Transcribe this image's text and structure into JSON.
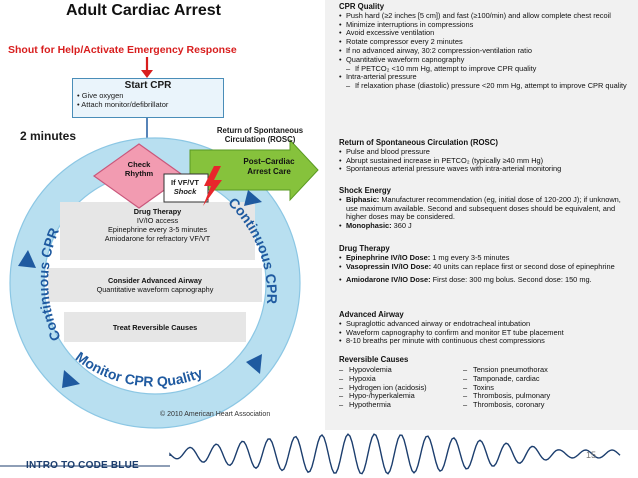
{
  "diagram": {
    "title": "Adult Cardiac Arrest",
    "shout": "Shout for Help/Activate Emergency Response",
    "start_cpr": {
      "heading": "Start CPR",
      "items": [
        "Give oxygen",
        "Attach monitor/defibrillator"
      ]
    },
    "two_minutes": "2 minutes",
    "check_rhythm": [
      "Check",
      "Rhythm"
    ],
    "rosc": [
      "Return of Spontaneous",
      "Circulation (ROSC)"
    ],
    "post_arrest": [
      "Post–Cardiac",
      "Arrest Care"
    ],
    "vf_shock": [
      "If VF/VT",
      "Shock"
    ],
    "drug_therapy": {
      "heading": "Drug Therapy",
      "lines": [
        "IV/IO access",
        "Epinephrine every 3-5 minutes",
        "Amiodarone for refractory VF/VT"
      ]
    },
    "airway": {
      "heading": "Consider Advanced Airway",
      "line": "Quantitative waveform capnography"
    },
    "reversible": "Treat Reversible Causes",
    "continuous_left": "Continuous CPR",
    "continuous_right": "Continuous CPR",
    "monitor_quality": "Monitor CPR Quality",
    "copyright": "© 2010 American Heart Association",
    "colors": {
      "ring": "#b8dff0",
      "ring_text": "#1f5aa0",
      "arrow_green": "#86c23c",
      "check_pink": "#f29bb1",
      "shock_red": "#e8262b",
      "box_border": "#4a8db8"
    }
  },
  "panel": {
    "cpr_quality": {
      "heading": "CPR Quality",
      "items": [
        {
          "text": "Push hard (≥2 inches [5 cm]) and fast (≥100/min) and allow complete chest recoil",
          "sub": false
        },
        {
          "text": "Minimize interruptions in compressions",
          "sub": false
        },
        {
          "text": "Avoid excessive ventilation",
          "sub": false
        },
        {
          "text": "Rotate compressor every 2 minutes",
          "sub": false
        },
        {
          "text": "If no advanced airway, 30:2 compression-ventilation ratio",
          "sub": false
        },
        {
          "text": "Quantitative waveform capnography",
          "sub": false
        },
        {
          "text": "If PETCO₂ <10 mm Hg, attempt to improve CPR quality",
          "sub": true
        },
        {
          "text": "Intra-arterial pressure",
          "sub": false
        },
        {
          "text": "If relaxation phase (diastolic) pressure <20 mm Hg, attempt to improve CPR quality",
          "sub": true
        }
      ]
    },
    "rosc": {
      "heading": "Return of Spontaneous Circulation (ROSC)",
      "items": [
        "Pulse and blood pressure",
        "Abrupt sustained increase in PETCO₂ (typically ≥40 mm Hg)",
        "Spontaneous arterial pressure waves with intra-arterial monitoring"
      ]
    },
    "shock_energy": {
      "heading": "Shock Energy",
      "biphasic_label": "Biphasic:",
      "biphasic_text": "Manufacturer recommendation (eg, initial dose of 120-200 J); if unknown, use maximum available. Second and subsequent doses should be equivalent, and higher doses may be considered.",
      "monophasic_label": "Monophasic:",
      "monophasic_text": "360 J"
    },
    "drug_therapy": {
      "heading": "Drug Therapy",
      "epi_label": "Epinephrine IV/IO Dose:",
      "epi_text": "1 mg every 3-5 minutes",
      "vaso_label": "Vasopressin IV/IO Dose:",
      "vaso_text": "40 units can replace first or second dose of epinephrine",
      "amio_label": "Amiodarone IV/IO Dose:",
      "amio_text": "First dose: 300 mg bolus. Second dose: 150 mg."
    },
    "advanced_airway": {
      "heading": "Advanced Airway",
      "items": [
        "Supraglottic advanced airway or endotracheal intubation",
        "Waveform capnography to confirm and monitor ET tube placement",
        "8-10 breaths per minute with continuous chest compressions"
      ]
    },
    "reversible": {
      "heading": "Reversible Causes",
      "left": [
        "Hypovolemia",
        "Hypoxia",
        "Hydrogen ion (acidosis)",
        "Hypo-/hyperkalemia",
        "Hypothermia"
      ],
      "right": [
        "Tension pneumothorax",
        "Tamponade, cardiac",
        "Toxins",
        "Thrombosis, pulmonary",
        "Thrombosis, coronary"
      ]
    }
  },
  "footer": {
    "label": "INTRO TO CODE BLUE",
    "page": "15",
    "wave_color": "#1c3e6e"
  }
}
